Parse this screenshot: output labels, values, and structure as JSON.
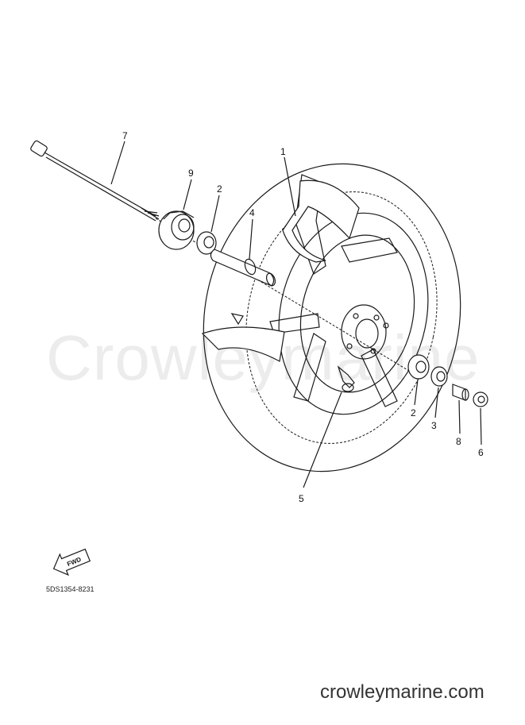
{
  "watermark": "Crowleymarine",
  "part_code": "5DS1354-8231",
  "fwd_label": "FWD",
  "footer": "crowleymarine.com",
  "callouts": {
    "c1": "1",
    "c2a": "2",
    "c2b": "2",
    "c3": "3",
    "c4": "4",
    "c5": "5",
    "c6": "6",
    "c7": "7",
    "c8": "8",
    "c9": "9"
  },
  "colors": {
    "line": "#1a1a1a",
    "watermark": "#ececec",
    "footer": "#333333"
  }
}
